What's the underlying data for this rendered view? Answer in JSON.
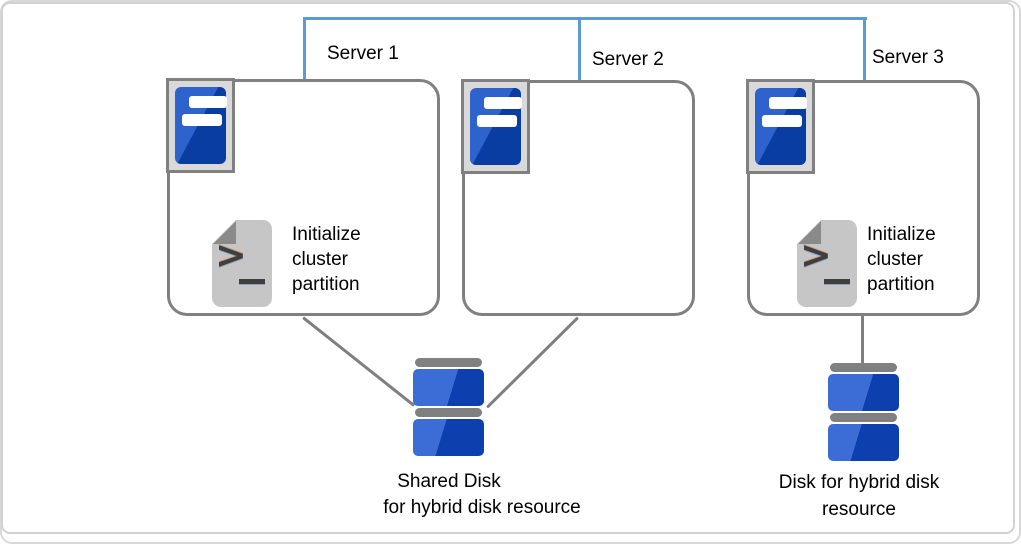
{
  "diagram": {
    "servers": [
      {
        "label": "Server 1",
        "script_text": "Initialize\ncluster\npartition"
      },
      {
        "label": "Server 2",
        "script_text": ""
      },
      {
        "label": "Server 3",
        "script_text": "Initialize\ncluster\npartition"
      }
    ],
    "disks": [
      {
        "label_line1": "Shared Disk",
        "label_line2": "for hybrid disk resource",
        "connected_to": [
          "Server 1",
          "Server 2"
        ]
      },
      {
        "label_line1": "Disk for hybrid disk",
        "label_line2": "resource",
        "connected_to": [
          "Server 3"
        ]
      }
    ],
    "icons": {
      "server": "server-tower-icon",
      "script": "shell-script-file-icon",
      "disk": "disk-stack-icon"
    },
    "colors": {
      "interconnect_blue": "#5b9bd5",
      "storage_link_gray": "#7f7f7f",
      "box_border_gray": "#808080",
      "disk_blue_light": "#3c6cd6",
      "disk_blue_dark": "#0d3fae",
      "icon_plate_gray": "#d9d9d9",
      "document_gray": "#c6c6c6"
    }
  }
}
